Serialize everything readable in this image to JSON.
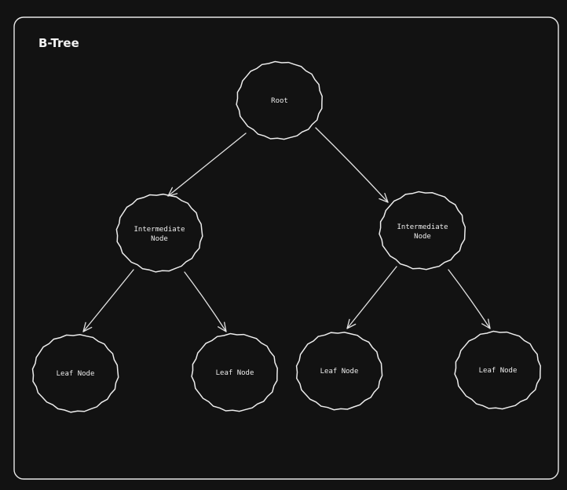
{
  "diagram": {
    "title": "B-Tree",
    "colors": {
      "background": "#121212",
      "stroke": "#ececec",
      "text": "#ededed"
    },
    "nodes": [
      {
        "id": "root",
        "label": "Root"
      },
      {
        "id": "intermediate-left",
        "label": "Intermediate Node"
      },
      {
        "id": "intermediate-right",
        "label": "Intermediate Node"
      },
      {
        "id": "leaf-1",
        "label": "Leaf Node"
      },
      {
        "id": "leaf-2",
        "label": "Leaf Node"
      },
      {
        "id": "leaf-3",
        "label": "Leaf Node"
      },
      {
        "id": "leaf-4",
        "label": "Leaf Node"
      }
    ],
    "edges": [
      {
        "from": "root",
        "to": "intermediate-left"
      },
      {
        "from": "root",
        "to": "intermediate-right"
      },
      {
        "from": "intermediate-left",
        "to": "leaf-1"
      },
      {
        "from": "intermediate-left",
        "to": "leaf-2"
      },
      {
        "from": "intermediate-right",
        "to": "leaf-3"
      },
      {
        "from": "intermediate-right",
        "to": "leaf-4"
      }
    ]
  }
}
